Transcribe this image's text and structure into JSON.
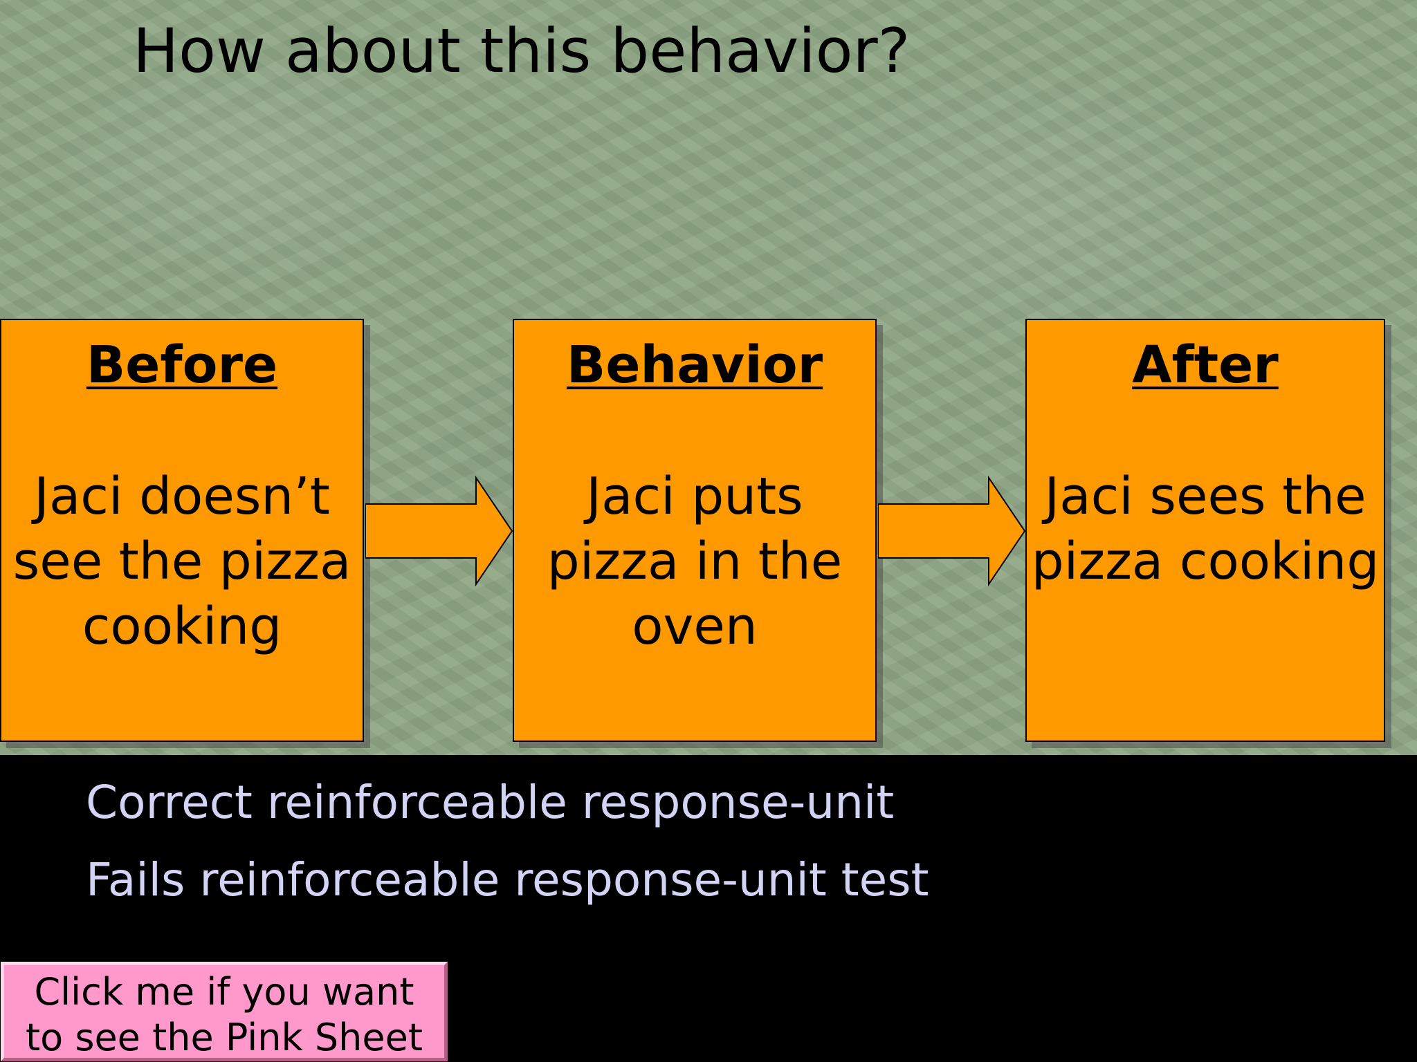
{
  "slide": {
    "title": "How about this behavior?",
    "boxes": [
      {
        "heading": "Before",
        "body": "Jaci doesn’t see the pizza cooking"
      },
      {
        "heading": "Behavior",
        "body": "Jaci puts pizza in the oven"
      },
      {
        "heading": "After",
        "body": "Jaci sees the pizza cooking"
      }
    ],
    "options": [
      "Correct reinforceable response-unit",
      "Fails reinforceable response-unit test"
    ],
    "pink_sheet_button": {
      "line1": "Click me if you want",
      "line2": "to see the Pink Sheet"
    }
  },
  "colors": {
    "box_fill": "#ff9900",
    "background": "#8ea685",
    "option_text": "#d3d3f5",
    "button_fill": "#ff99cc"
  }
}
